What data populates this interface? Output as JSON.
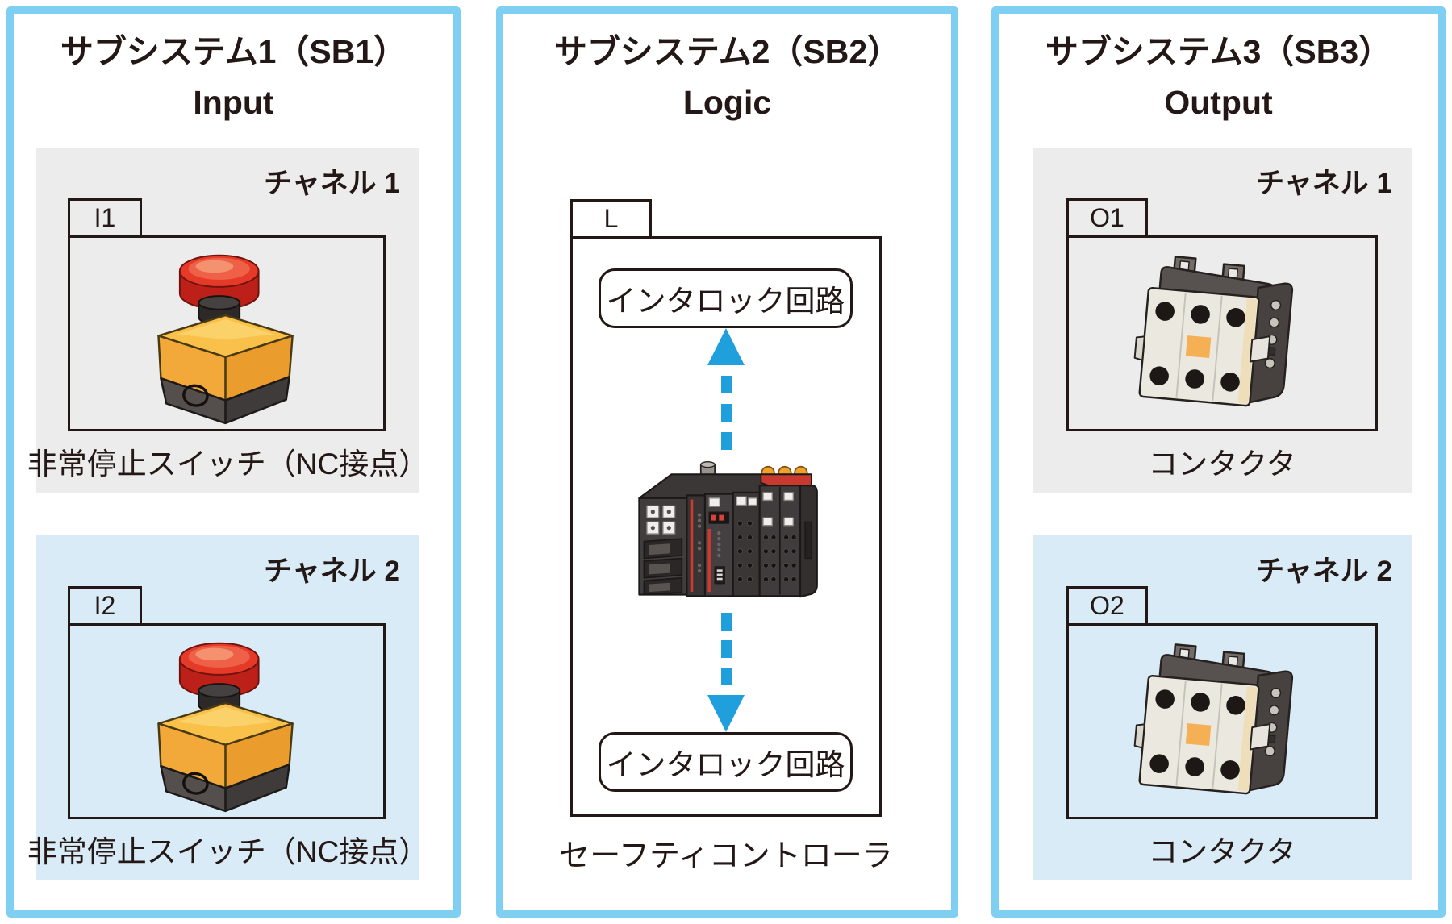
{
  "colors": {
    "panel_border": "#7ecff2",
    "channel1_bg": "#ececec",
    "channel2_bg": "#d9ebf7",
    "arrow_blue": "#209fdd",
    "ink": "#231815"
  },
  "panels": [
    {
      "title_jp": "サブシステム1（SB1）",
      "title_en": "Input",
      "channels": [
        {
          "label": "チャネル 1",
          "tab": "I1",
          "caption": "非常停止スイッチ（NC接点）"
        },
        {
          "label": "チャネル 2",
          "tab": "I2",
          "caption": "非常停止スイッチ（NC接点）"
        }
      ]
    },
    {
      "title_jp": "サブシステム2（SB2）",
      "title_en": "Logic",
      "tab": "L",
      "interlock_top": "インタロック回路",
      "interlock_bottom": "インタロック回路",
      "caption": "セーフティコントローラ"
    },
    {
      "title_jp": "サブシステム3（SB3）",
      "title_en": "Output",
      "channels": [
        {
          "label": "チャネル 1",
          "tab": "O1",
          "caption": "コンタクタ"
        },
        {
          "label": "チャネル 2",
          "tab": "O2",
          "caption": "コンタクタ"
        }
      ]
    }
  ]
}
